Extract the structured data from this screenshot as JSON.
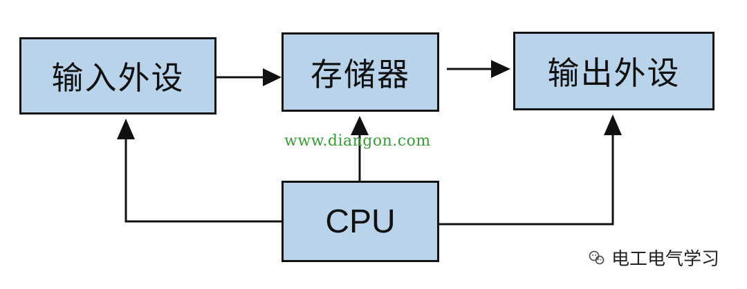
{
  "boxes": {
    "input": "输入外设",
    "memory": "存储器",
    "output": "输出外设",
    "cpu": "CPU"
  },
  "watermark": "www.diangon.com",
  "brand": {
    "name": "电工电气学习",
    "icon": "wechat-icon"
  },
  "colors": {
    "box_fill": "#b9d3ea",
    "box_border": "#111111",
    "arrow": "#111111",
    "watermark": "#3a9a3a"
  }
}
